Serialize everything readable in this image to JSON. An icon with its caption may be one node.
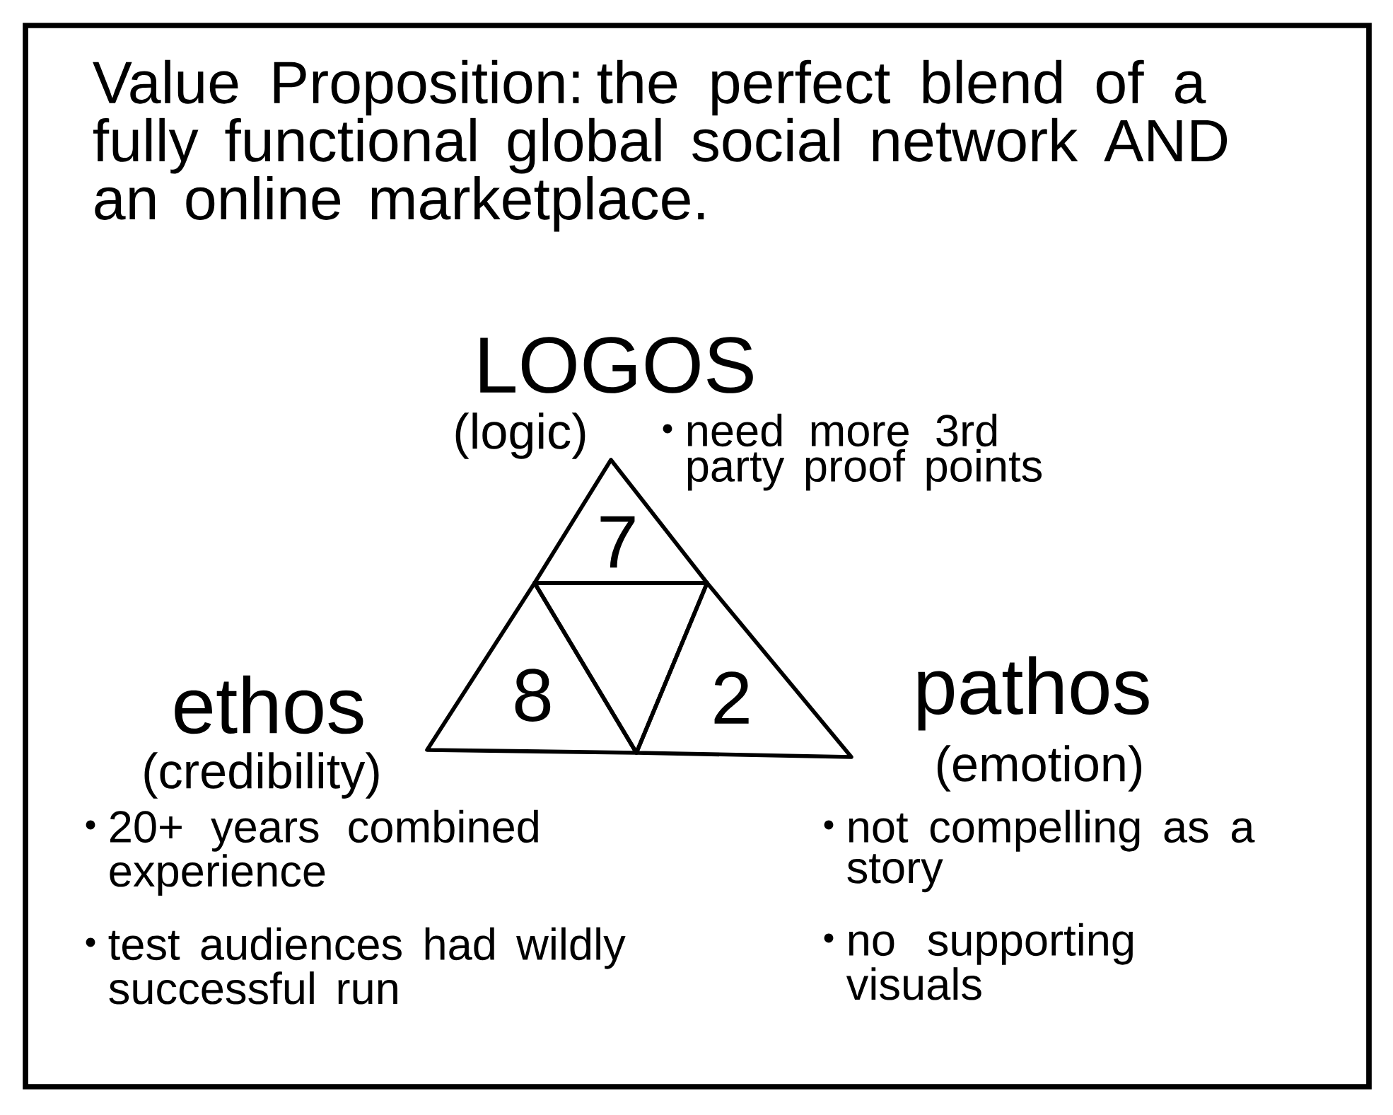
{
  "diagram": {
    "title": "Value Proposition: the perfect blend of a fully functional global social network AND an online marketplace.",
    "nodes": [
      {
        "text": [
          "7"
        ],
        "beside": [
          "LOGOS",
          "(logic)",
          "need more 3rd party proof points"
        ]
      },
      {
        "text": [
          "8"
        ],
        "beside": [
          "ethos",
          "(credibility)",
          "20+ years combined experience",
          "test audiences had wildly successful run"
        ]
      },
      {
        "text": [],
        "shape": "triangle"
      },
      {
        "text": [
          "2"
        ],
        "beside": [
          "pathos",
          "(emotion)",
          "not compelling as a story",
          "no supporting visuals"
        ]
      }
    ]
  }
}
